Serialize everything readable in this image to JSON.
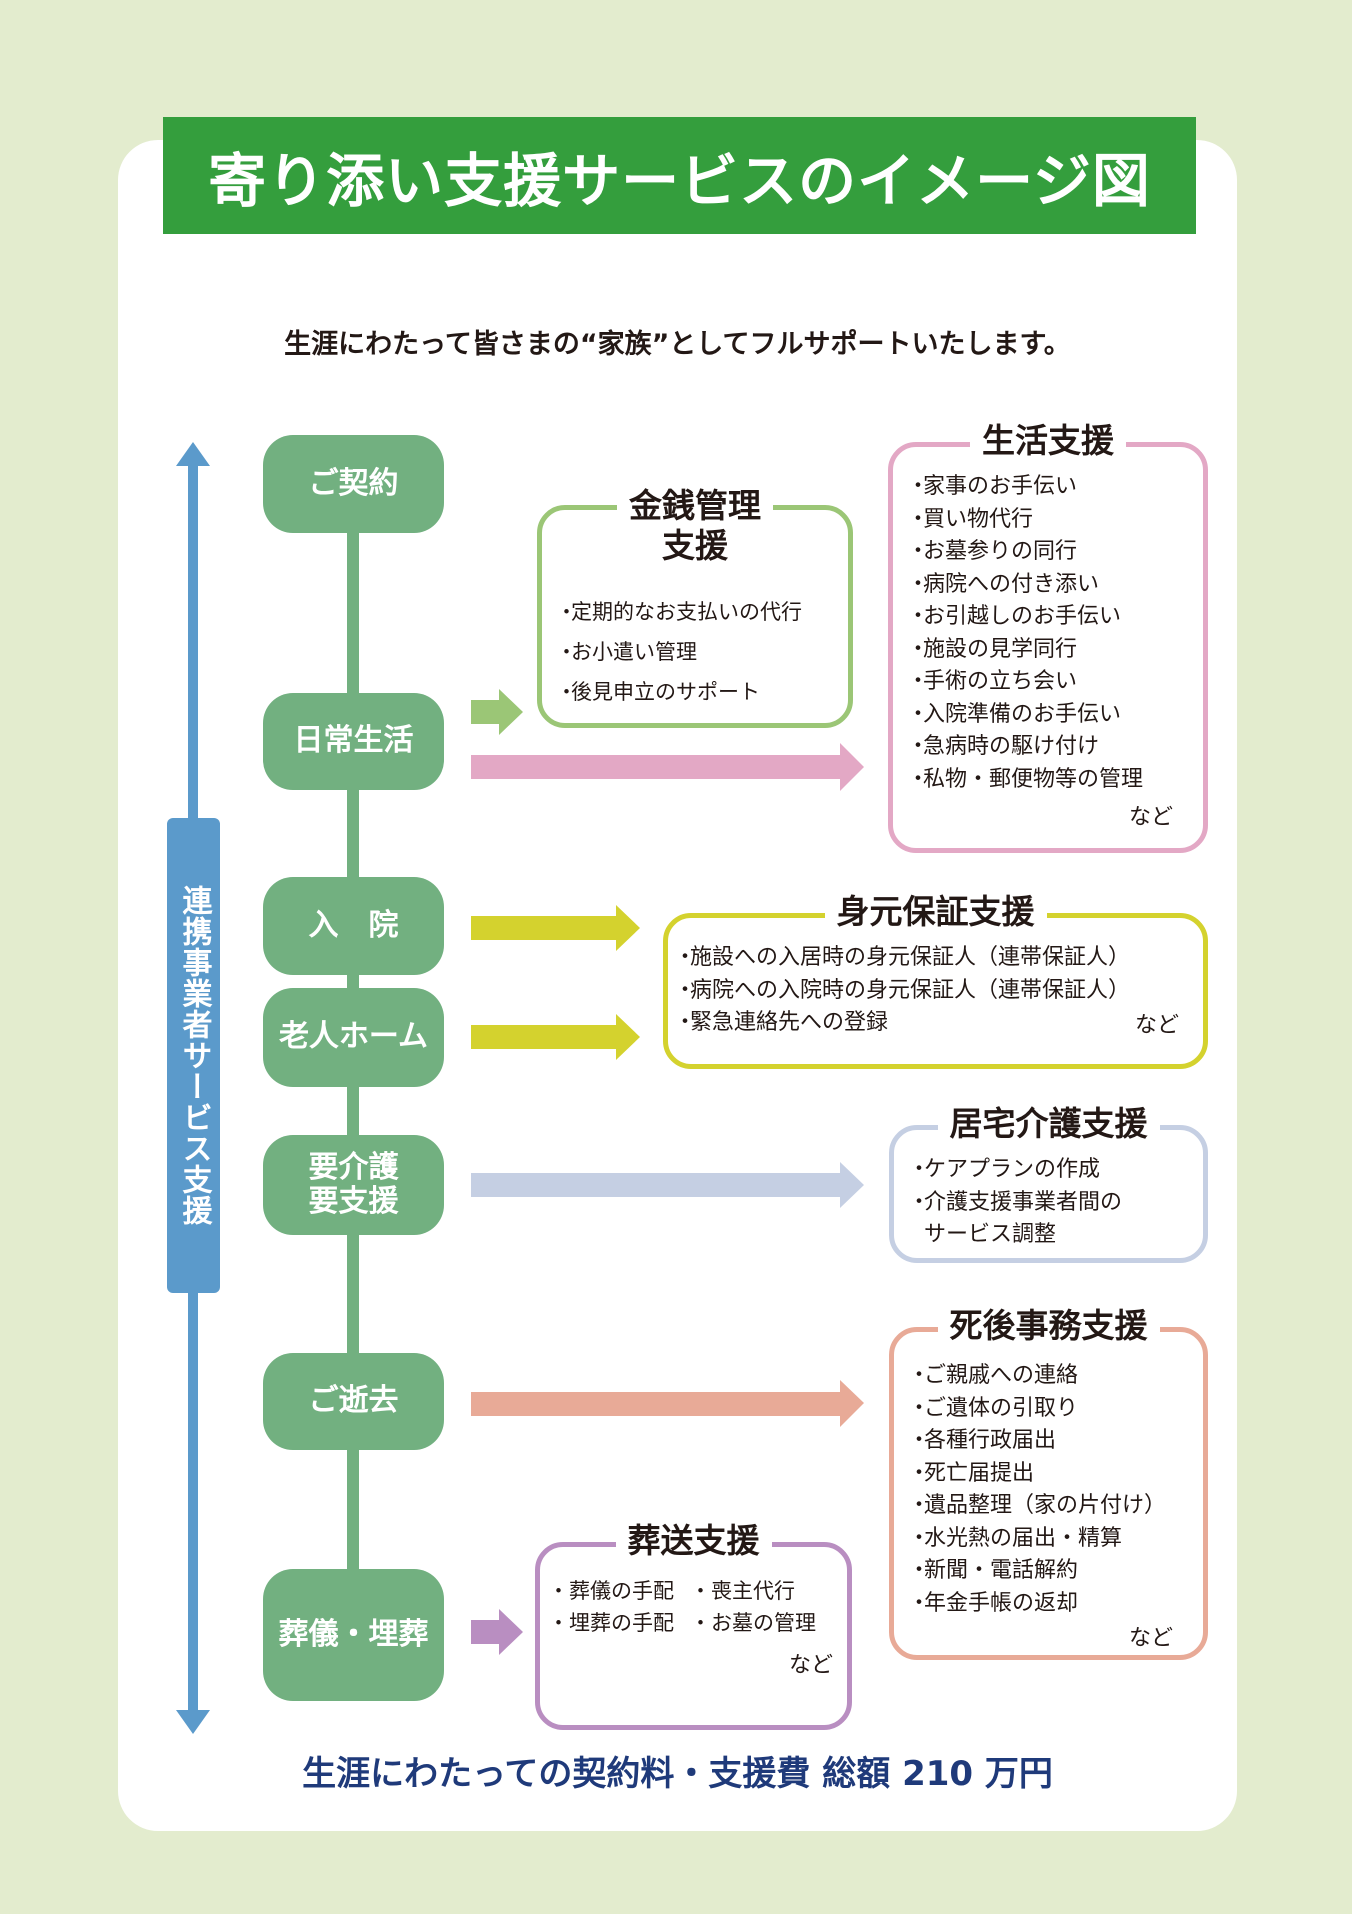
{
  "header": {
    "title": "寄り添い支援サービスのイメージ図"
  },
  "subtitle": "生涯にわたって皆さまの“家族”としてフルサポートいたします。",
  "timeline": {
    "label": "連携事業者サービス支援"
  },
  "stages": [
    {
      "id": "contract",
      "label": "ご契約"
    },
    {
      "id": "daily-life",
      "label": "日常生活"
    },
    {
      "id": "hospitalization",
      "label": "入　院"
    },
    {
      "id": "nursing-home",
      "label": "老人ホーム"
    },
    {
      "id": "care-needed",
      "label": "要介護\n要支援",
      "lines": [
        "要介護",
        "要支援"
      ]
    },
    {
      "id": "passing",
      "label": "ご逝去"
    },
    {
      "id": "funeral-burial",
      "label": "葬儀・埋葬"
    }
  ],
  "services": {
    "money": {
      "title_lines": [
        "金銭管理",
        "支援"
      ],
      "items": [
        "定期的なお支払いの代行",
        "お小遣い管理",
        "後見申立のサポート"
      ],
      "color": "#9bc676"
    },
    "life": {
      "title": "生活支援",
      "items": [
        "家事のお手伝い",
        "買い物代行",
        "お墓参りの同行",
        "病院への付き添い",
        "お引越しのお手伝い",
        "施設の見学同行",
        "手術の立ち会い",
        "入院準備のお手伝い",
        "急病時の駆け付け",
        "私物・郵便物等の管理"
      ],
      "etc": "など",
      "color": "#e3a8c5"
    },
    "guarantee": {
      "title": "身元保証支援",
      "items": [
        "施設への入居時の身元保証人（連帯保証人）",
        "病院への入院時の身元保証人（連帯保証人）",
        "緊急連絡先への登録"
      ],
      "etc": "など",
      "color": "#d4d22e"
    },
    "homecare": {
      "title": "居宅介護支援",
      "items": [
        "ケアプランの作成",
        "介護支援事業者間の"
      ],
      "continuation": "サービス調整",
      "color": "#c5cfe3"
    },
    "posthumous": {
      "title": "死後事務支援",
      "items": [
        "ご親戚への連絡",
        "ご遺体の引取り",
        "各種行政届出",
        "死亡届提出",
        "遺品整理（家の片付け）",
        "水光熱の届出・精算",
        "新聞・電話解約",
        "年金手帳の返却"
      ],
      "etc": "など",
      "color": "#e8aa97"
    },
    "funeral": {
      "title": "葬送支援",
      "rows": [
        [
          "葬儀の手配",
          "喪主代行"
        ],
        [
          "埋葬の手配",
          "お墓の管理"
        ]
      ],
      "etc": "など",
      "color": "#b98ec1"
    }
  },
  "footer": "生涯にわたっての契約料・支援費 総額 210 万円",
  "colors": {
    "background": "#e3ecce",
    "header": "#349e3d",
    "node": "#72b080",
    "timeline": "#5b9acb",
    "footer_text": "#1f3a7a"
  }
}
